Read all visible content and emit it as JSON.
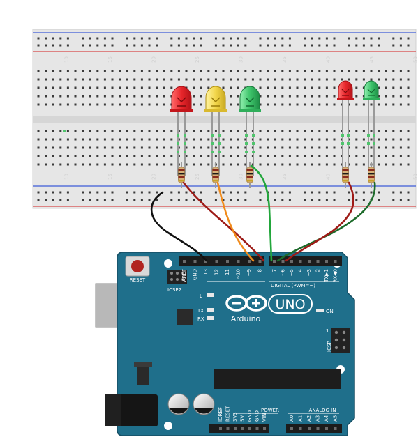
{
  "breadboard": {
    "column_numbers": [
      "10",
      "15",
      "20",
      "25",
      "30",
      "35",
      "40",
      "45",
      "50"
    ]
  },
  "arduino": {
    "reset_label": "RESET",
    "icsp2_label": "ICSP2",
    "icsp_label": "ICSP",
    "icsp_pin1_label": "1",
    "led_l_label": "L",
    "led_tx_label": "TX",
    "led_rx_label": "RX",
    "led_on_label": "ON",
    "digital_label": "DIGITAL (PWM=~)",
    "brand_label": "Arduino",
    "model_label": "UNO",
    "power_label": "POWER",
    "analog_label": "ANALOG IN",
    "digital_pins_left": [
      "AREF",
      "GND",
      "13",
      "12",
      "~11",
      "~10",
      "~9",
      "8"
    ],
    "digital_pins_right": [
      "7",
      "~6",
      "~5",
      "4",
      "~3",
      "2",
      "TX▶1",
      "RX◀0"
    ],
    "power_pins": [
      "IOREF",
      "RESET",
      "3V3",
      "5V",
      "GND",
      "GND",
      "VIN"
    ],
    "analog_pins": [
      "A0",
      "A1",
      "A2",
      "A3",
      "A4",
      "A5"
    ]
  },
  "colors": {
    "board": "#1f6f8b",
    "led_red": "#e8262b",
    "led_yellow": "#f2d64a",
    "led_green": "#3ec46b",
    "wire_black": "#111111",
    "wire_darkred": "#9e1b17",
    "wire_orange": "#f08a1a",
    "wire_green": "#22a63b",
    "wire_darkgreen": "#1d6b2b"
  }
}
